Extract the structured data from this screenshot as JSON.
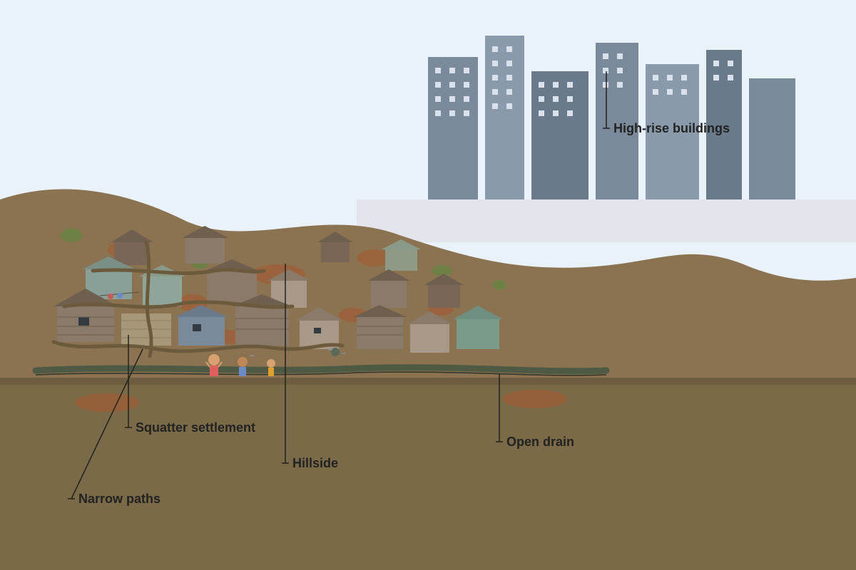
{
  "labels": {
    "high_rise": "High-rise buildings",
    "squatter": "Squatter settlement",
    "hillside": "Hillside",
    "open_drain": "Open drain",
    "narrow_paths": "Narrow paths"
  },
  "colors": {
    "sky": "#e9f1f9",
    "hill": "#8b7352",
    "ground": "#7a6a48",
    "drain": "#4e5a43",
    "building_dark": "#6b7b8c",
    "building_light": "#8b9bab",
    "label_text": "#222222"
  }
}
